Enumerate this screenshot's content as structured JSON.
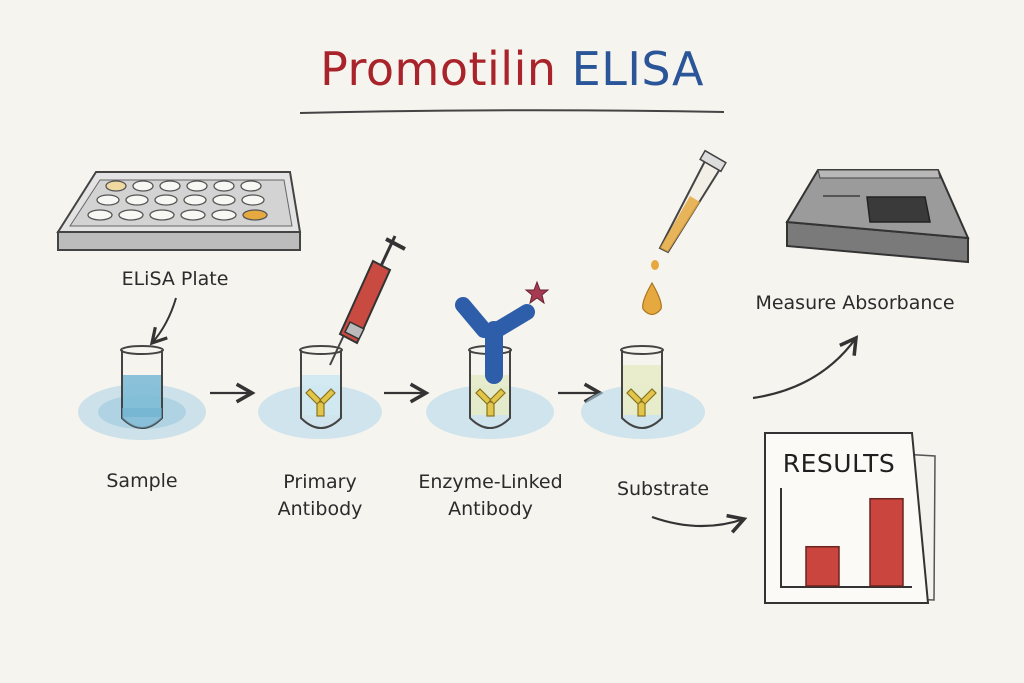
{
  "title": {
    "part1": "Promotilin",
    "part2": "ELISA"
  },
  "labels": {
    "plate": "ELiSA Plate",
    "sample": "Sample",
    "primary": [
      "Primary",
      "Antibody"
    ],
    "enzyme": [
      "Enzyme-Linked",
      "Antibody"
    ],
    "substrate": "Substrate",
    "measure": "Measure Absorbance"
  },
  "results": {
    "title": "RESULTS",
    "chart_data": {
      "type": "bar",
      "categories": [
        "",
        ""
      ],
      "values": [
        0.45,
        1.0
      ],
      "ylim": [
        0,
        1.1
      ]
    }
  },
  "colors": {
    "title_red": "#a8232a",
    "title_blue": "#2a5598",
    "sample_blue": "#7fbcd6",
    "antibody_yellow": "#e2c64a",
    "antibody_blue": "#2e5ea9",
    "bar_red": "#c9453d",
    "substrate_amber": "#e6a940"
  }
}
